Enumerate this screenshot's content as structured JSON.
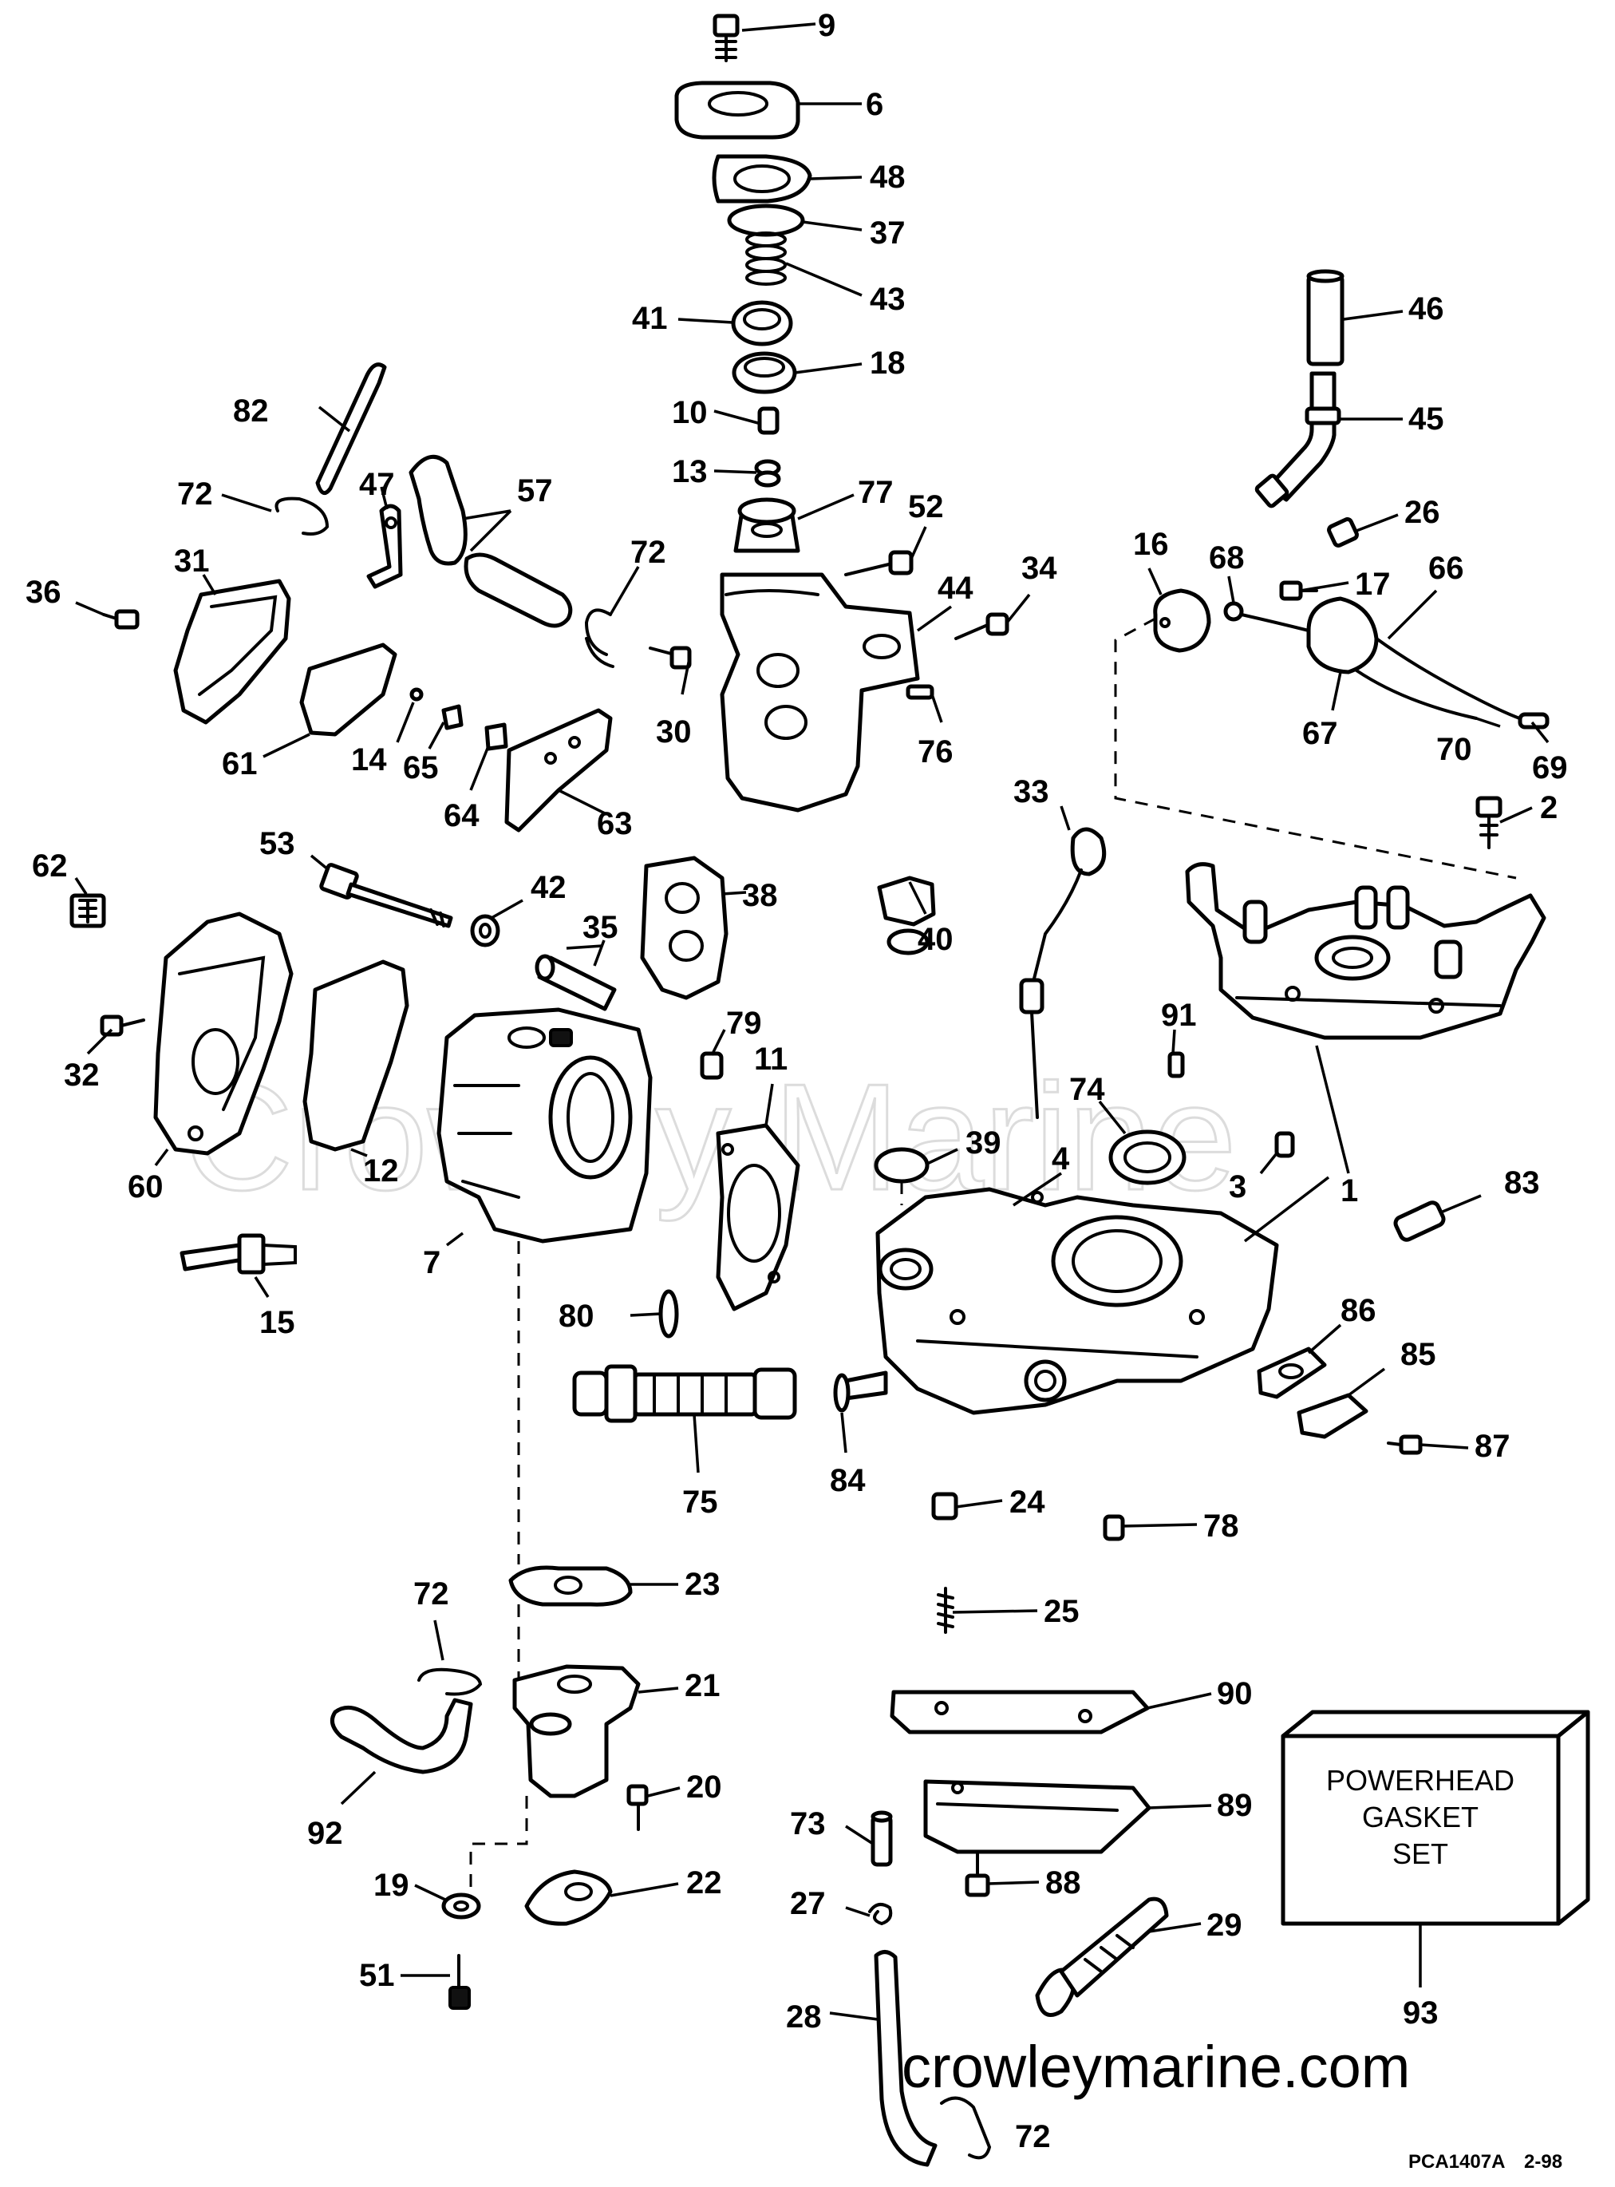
{
  "watermark": "Crowley Marine",
  "website": "crowleymarine.com",
  "gasket_set": {
    "line1": "POWERHEAD",
    "line2": "GASKET",
    "line3": "SET",
    "number": "93"
  },
  "figure_code": "PCA1407A",
  "figure_date": "2-98",
  "callouts": {
    "c1": "1",
    "c2": "2",
    "c3": "3",
    "c4": "4",
    "c6": "6",
    "c7": "7",
    "c9": "9",
    "c10": "10",
    "c11": "11",
    "c12": "12",
    "c13": "13",
    "c14": "14",
    "c15": "15",
    "c16": "16",
    "c17": "17",
    "c18": "18",
    "c19": "19",
    "c20": "20",
    "c21": "21",
    "c22": "22",
    "c23": "23",
    "c24": "24",
    "c25": "25",
    "c26": "26",
    "c27": "27",
    "c28": "28",
    "c29": "29",
    "c30": "30",
    "c31": "31",
    "c32": "32",
    "c33": "33",
    "c34": "34",
    "c35": "35",
    "c36": "36",
    "c37": "37",
    "c38": "38",
    "c39": "39",
    "c40": "40",
    "c41": "41",
    "c42": "42",
    "c43": "43",
    "c44": "44",
    "c45": "45",
    "c46": "46",
    "c47": "47",
    "c48": "48",
    "c51": "51",
    "c52": "52",
    "c53": "53",
    "c57": "57",
    "c60": "60",
    "c61": "61",
    "c62": "62",
    "c63": "63",
    "c64": "64",
    "c65": "65",
    "c66": "66",
    "c67": "67",
    "c68": "68",
    "c69": "69",
    "c70": "70",
    "c72a": "72",
    "c72b": "72",
    "c72c": "72",
    "c72d": "72",
    "c73": "73",
    "c74": "74",
    "c75": "75",
    "c76": "76",
    "c77": "77",
    "c78": "78",
    "c79": "79",
    "c80": "80",
    "c82": "82",
    "c83": "83",
    "c84": "84",
    "c85": "85",
    "c86": "86",
    "c87": "87",
    "c88": "88",
    "c89": "89",
    "c90": "90",
    "c91": "91",
    "c92": "92"
  }
}
